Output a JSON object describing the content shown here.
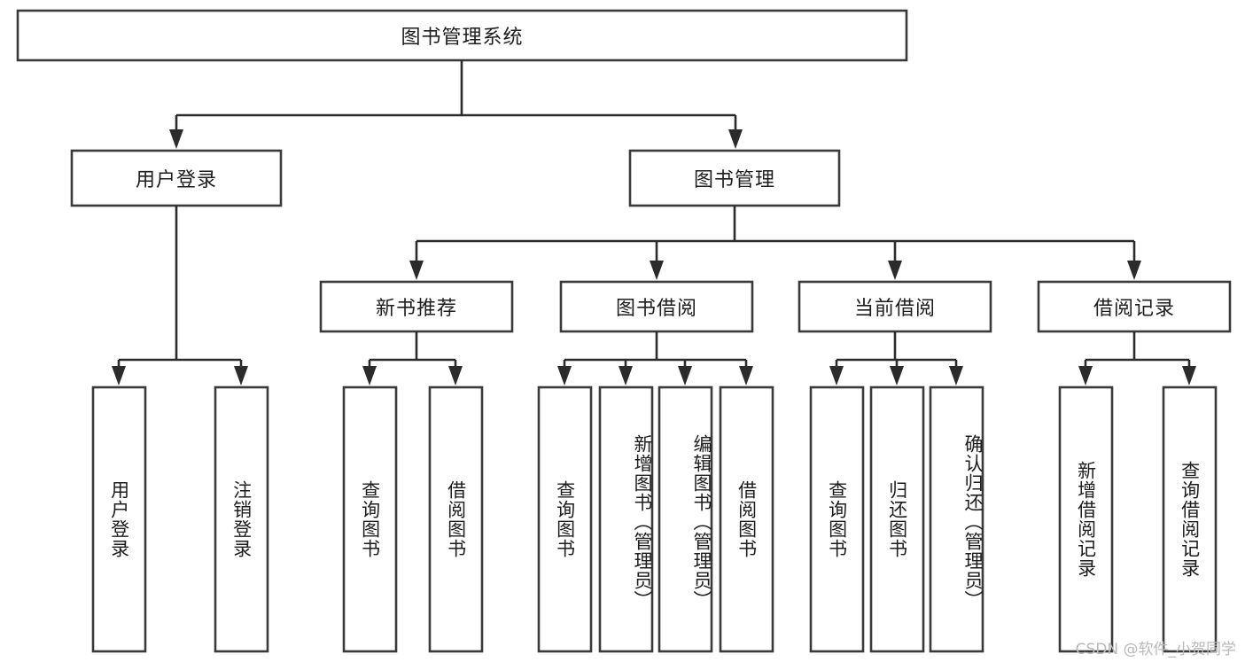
{
  "diagram": {
    "title": "图书管理系统",
    "type": "tree",
    "watermark": "CSDN @软件_小贺同学",
    "colors": {
      "box_stroke": "#3a3a3a",
      "connector": "#2b2b2b",
      "text": "#1d1d1d",
      "background": "#ffffff",
      "watermark": "#b9b9b9"
    },
    "root": {
      "label": "图书管理系统",
      "orientation": "horizontal"
    },
    "level2": [
      {
        "label": "用户登录",
        "orientation": "horizontal"
      },
      {
        "label": "图书管理",
        "orientation": "horizontal"
      }
    ],
    "level3": [
      {
        "label": "新书推荐",
        "orientation": "horizontal"
      },
      {
        "label": "图书借阅",
        "orientation": "horizontal"
      },
      {
        "label": "当前借阅",
        "orientation": "horizontal"
      },
      {
        "label": "借阅记录",
        "orientation": "horizontal"
      }
    ],
    "leaves": {
      "user_login": [
        {
          "label": "用户登录",
          "orientation": "vertical"
        },
        {
          "label": "注销登录",
          "orientation": "vertical"
        }
      ],
      "new_book_recommend": [
        {
          "label": "查询图书",
          "orientation": "vertical"
        },
        {
          "label": "借阅图书",
          "orientation": "vertical"
        }
      ],
      "book_borrow": [
        {
          "label": "查询图书",
          "orientation": "vertical"
        },
        {
          "label": "新增图书（管理员）",
          "orientation": "vertical"
        },
        {
          "label": "编辑图书（管理员）",
          "orientation": "vertical"
        },
        {
          "label": "借阅图书",
          "orientation": "vertical"
        }
      ],
      "current_borrow": [
        {
          "label": "查询图书",
          "orientation": "vertical"
        },
        {
          "label": "归还图书",
          "orientation": "vertical"
        },
        {
          "label": "确认归还（管理员）",
          "orientation": "vertical"
        }
      ],
      "borrow_record": [
        {
          "label": "新增借阅记录",
          "orientation": "vertical"
        },
        {
          "label": "查询借阅记录",
          "orientation": "vertical"
        }
      ]
    }
  }
}
